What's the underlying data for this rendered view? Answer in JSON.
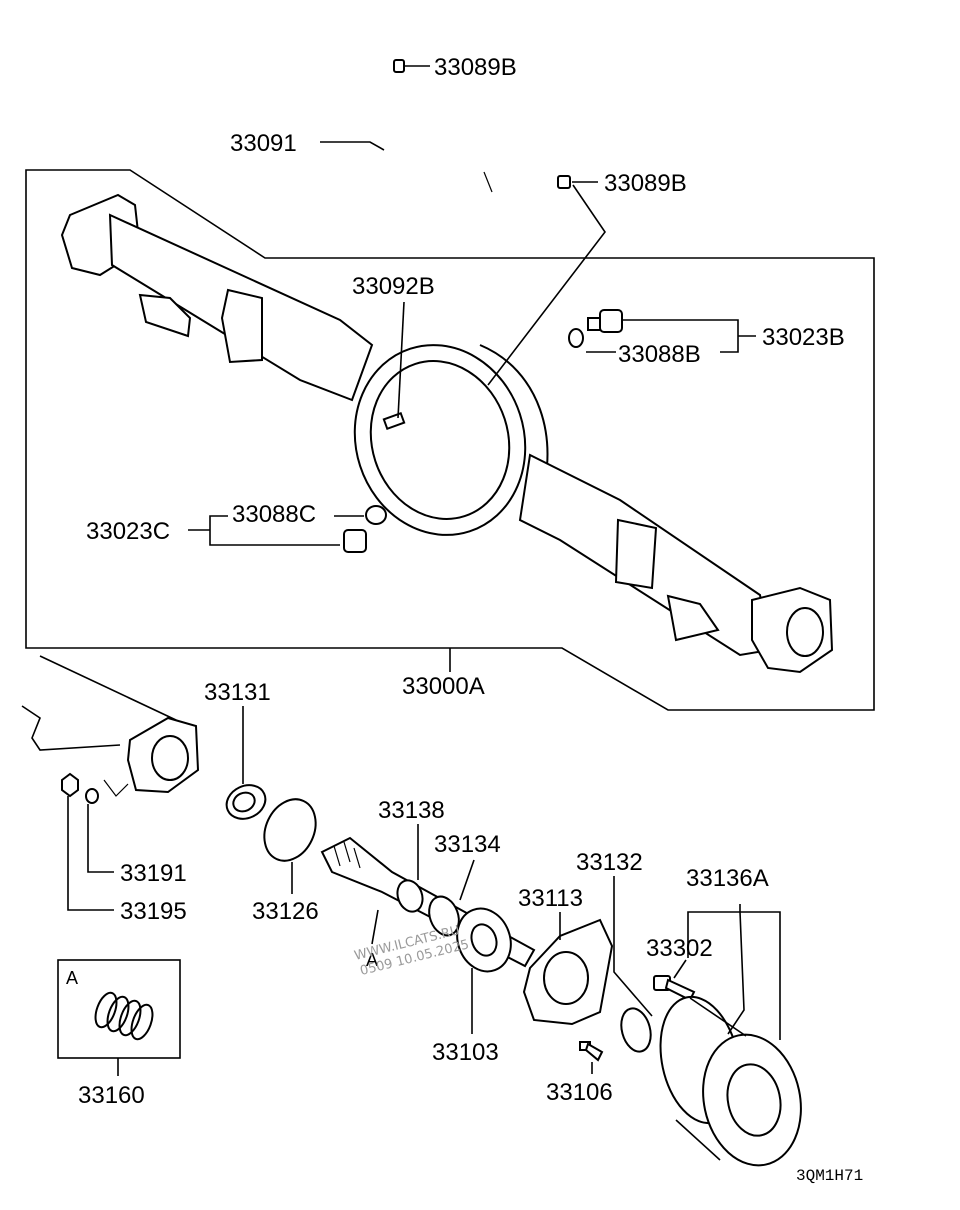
{
  "labels": {
    "p33089B_top": "33089B",
    "p33091": "33091",
    "p33089B_right": "33089B",
    "p33092B": "33092B",
    "p33023B": "33023B",
    "p33088B": "33088B",
    "p33088C": "33088C",
    "p33023C": "33023C",
    "p33000A": "33000A",
    "p33131": "33131",
    "p33138": "33138",
    "p33134": "33134",
    "p33132": "33132",
    "p33136A": "33136A",
    "p33113": "33113",
    "p33302": "33302",
    "p33191": "33191",
    "p33195": "33195",
    "p33126": "33126",
    "p33103": "33103",
    "p33106": "33106",
    "p33160": "33160"
  },
  "callouts": {
    "ref_a_main": "A",
    "ref_a_box": "A"
  },
  "watermark": {
    "line1": "WWW.ILCATS.RU",
    "line2": "0509 10.05.2025"
  },
  "drawing_code": "3QM1H71"
}
